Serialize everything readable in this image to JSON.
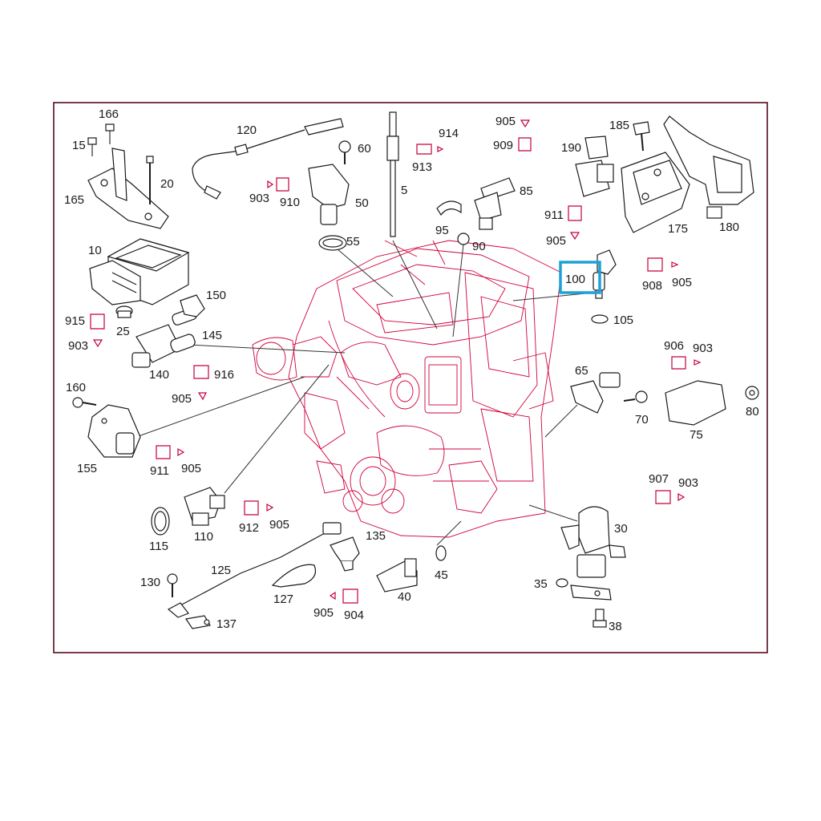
{
  "diagram": {
    "highlight_color": "#1ea0d8",
    "line_color": "#b0002a",
    "labels": [
      {
        "id": "166",
        "text": "166"
      },
      {
        "id": "15",
        "text": "15"
      },
      {
        "id": "120",
        "text": "120"
      },
      {
        "id": "5",
        "text": "5"
      },
      {
        "id": "914",
        "text": "914"
      },
      {
        "id": "905a",
        "text": "905"
      },
      {
        "id": "909",
        "text": "909"
      },
      {
        "id": "185",
        "text": "185"
      },
      {
        "id": "190",
        "text": "190"
      },
      {
        "id": "60",
        "text": "60"
      },
      {
        "id": "913",
        "text": "913"
      },
      {
        "id": "20",
        "text": "20"
      },
      {
        "id": "165",
        "text": "165"
      },
      {
        "id": "903a",
        "text": "903"
      },
      {
        "id": "910",
        "text": "910"
      },
      {
        "id": "50",
        "text": "50"
      },
      {
        "id": "85",
        "text": "85"
      },
      {
        "id": "911a",
        "text": "911"
      },
      {
        "id": "175",
        "text": "175"
      },
      {
        "id": "180",
        "text": "180"
      },
      {
        "id": "95",
        "text": "95"
      },
      {
        "id": "905b",
        "text": "905"
      },
      {
        "id": "55",
        "text": "55"
      },
      {
        "id": "90",
        "text": "90"
      },
      {
        "id": "10",
        "text": "10"
      },
      {
        "id": "100",
        "text": "100"
      },
      {
        "id": "908",
        "text": "908"
      },
      {
        "id": "905c",
        "text": "905"
      },
      {
        "id": "150",
        "text": "150"
      },
      {
        "id": "105",
        "text": "105"
      },
      {
        "id": "915",
        "text": "915"
      },
      {
        "id": "25",
        "text": "25"
      },
      {
        "id": "145",
        "text": "145"
      },
      {
        "id": "903b",
        "text": "903"
      },
      {
        "id": "906",
        "text": "906"
      },
      {
        "id": "903c",
        "text": "903"
      },
      {
        "id": "65",
        "text": "65"
      },
      {
        "id": "140",
        "text": "140"
      },
      {
        "id": "916",
        "text": "916"
      },
      {
        "id": "160",
        "text": "160"
      },
      {
        "id": "905d",
        "text": "905"
      },
      {
        "id": "70",
        "text": "70"
      },
      {
        "id": "80",
        "text": "80"
      },
      {
        "id": "75",
        "text": "75"
      },
      {
        "id": "911b",
        "text": "911"
      },
      {
        "id": "905e",
        "text": "905"
      },
      {
        "id": "155",
        "text": "155"
      },
      {
        "id": "907",
        "text": "907"
      },
      {
        "id": "903d",
        "text": "903"
      },
      {
        "id": "912",
        "text": "912"
      },
      {
        "id": "905f",
        "text": "905"
      },
      {
        "id": "30",
        "text": "30"
      },
      {
        "id": "115",
        "text": "115"
      },
      {
        "id": "110",
        "text": "110"
      },
      {
        "id": "135",
        "text": "135"
      },
      {
        "id": "125",
        "text": "125"
      },
      {
        "id": "130",
        "text": "130"
      },
      {
        "id": "45",
        "text": "45"
      },
      {
        "id": "127",
        "text": "127"
      },
      {
        "id": "35",
        "text": "35"
      },
      {
        "id": "40",
        "text": "40"
      },
      {
        "id": "905g",
        "text": "905"
      },
      {
        "id": "904",
        "text": "904"
      },
      {
        "id": "137",
        "text": "137"
      },
      {
        "id": "38",
        "text": "38"
      }
    ]
  }
}
